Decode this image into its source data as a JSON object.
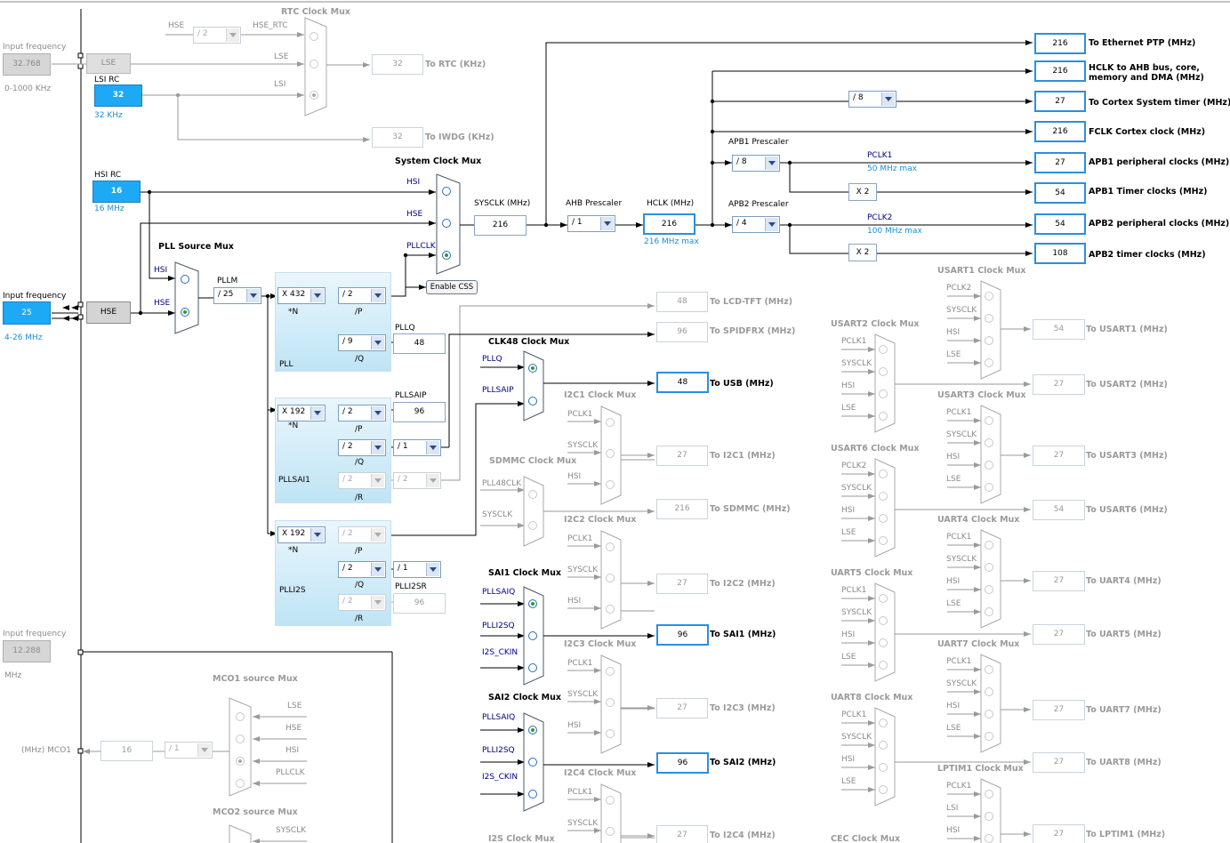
{
  "input_freq": {
    "lse_label": "Input frequency",
    "lse_value": "32.768",
    "lse_range": "0-1000 KHz",
    "hse_label": "Input frequency",
    "hse_value": "25",
    "hse_range": "4-26 MHz",
    "ext_label": "Input frequency",
    "ext_value": "12.288",
    "ext_range": "MHz"
  },
  "osc": {
    "lse": "LSE",
    "lsi_rc": "LSI RC",
    "lsi_value": "32",
    "lsi_khz": "32 KHz",
    "hsi_rc": "HSI RC",
    "hsi_value": "16",
    "hsi_mhz": "16 MHz",
    "hse": "HSE"
  },
  "rtc": {
    "mux_title": "RTC Clock Mux",
    "hse": "HSE",
    "div": "/ 2",
    "hse_rtc": "HSE_RTC",
    "lse": "LSE",
    "lsi": "LSI",
    "rtc_value": "32",
    "rtc_label": "To RTC (KHz)",
    "iwdg_value": "32",
    "iwdg_label": "To IWDG (KHz)"
  },
  "sysmux": {
    "title": "System Clock Mux",
    "hsi": "HSI",
    "hse": "HSE",
    "pllclk": "PLLCLK",
    "css": "Enable CSS"
  },
  "pll": {
    "src_title": "PLL Source Mux",
    "hsi": "HSI",
    "hse": "HSE",
    "pllm_label": "PLLM",
    "pllm": "/ 25",
    "n": "X 432",
    "n_label": "*N",
    "p": "/ 2",
    "p_label": "/P",
    "q": "/ 9",
    "q_label": "/Q",
    "pllq_label": "PLLQ",
    "pllq": "48",
    "name": "PLL"
  },
  "pllsai1": {
    "n": "X 192",
    "n_label": "*N",
    "p": "/ 2",
    "p_label": "/P",
    "pllsaip_label": "PLLSAIP",
    "pllsaip": "96",
    "q": "/ 2",
    "q_label": "/Q",
    "qdiv": "/ 1",
    "r": "/ 2",
    "r_label": "/R",
    "rdiv": "/ 2",
    "name": "PLLSAI1"
  },
  "plli2s": {
    "n": "X 192",
    "n_label": "*N",
    "p": "/ 2",
    "p_label": "/P",
    "q": "/ 2",
    "q_label": "/Q",
    "qdiv": "/ 1",
    "r": "/ 2",
    "r_label": "/R",
    "plli2sr_label": "PLLI2SR",
    "plli2sr": "96",
    "name": "PLLI2S"
  },
  "sys": {
    "sysclk_label": "SYSCLK (MHz)",
    "sysclk": "216",
    "ahb_label": "AHB Prescaler",
    "ahb": "/ 1",
    "hclk_label": "HCLK (MHz)",
    "hclk": "216",
    "hclk_max": "216 MHz max",
    "cortex_div": "/ 8",
    "apb1_label": "APB1 Prescaler",
    "apb1": "/ 8",
    "pclk1": "PCLK1",
    "pclk1_max": "50 MHz max",
    "x2a": "X 2",
    "apb2_label": "APB2 Prescaler",
    "apb2": "/ 4",
    "pclk2": "PCLK2",
    "pclk2_max": "100 MHz max",
    "x2b": "X 2"
  },
  "outputs": [
    {
      "value": "216",
      "label": "To Ethernet PTP (MHz)"
    },
    {
      "value": "216",
      "label": "HCLK to AHB bus, core,",
      "label2": "memory and DMA (MHz)"
    },
    {
      "value": "27",
      "label": "To Cortex System timer (MHz)"
    },
    {
      "value": "216",
      "label": "FCLK Cortex clock (MHz)"
    },
    {
      "value": "27",
      "label": "APB1 peripheral clocks (MHz)"
    },
    {
      "value": "54",
      "label": "APB1 Timer clocks (MHz)"
    },
    {
      "value": "54",
      "label": "APB2 peripheral clocks (MHz)"
    },
    {
      "value": "108",
      "label": "APB2 timer clocks (MHz)"
    }
  ],
  "mid": {
    "lcd": {
      "value": "48",
      "label": "To LCD-TFT (MHz)"
    },
    "spdif": {
      "value": "96",
      "label": "To SPIDFRX (MHz)"
    },
    "clk48_title": "CLK48 Clock Mux",
    "clk48_in1": "PLLQ",
    "clk48_in2": "PLLSAIP",
    "usb": {
      "value": "48",
      "label": "To USB (MHz)"
    },
    "sdmmc_title": "SDMMC Clock Mux",
    "sdmmc_in1": "PLL48CLK",
    "sdmmc_in2": "SYSCLK",
    "sai1_title": "SAI1 Clock Mux",
    "sai2_title": "SAI2 Clock Mux",
    "sai_in1": "PLLSAIQ",
    "sai_in2": "PLLI2SQ",
    "sai_in3": "I2S_CKIN",
    "i2s_title": "I2S Clock Mux"
  },
  "i2c": [
    {
      "title": "I2C1 Clock Mux",
      "value": "27",
      "label": "To I2C1 (MHz)"
    },
    {
      "title": "I2C2 Clock Mux",
      "value": "216",
      "label": "To SDMMC (MHz)"
    },
    {
      "title": "I2C3 Clock Mux",
      "value": "27",
      "label": "To I2C2 (MHz)"
    },
    {
      "title": "I2C4 Clock Mux",
      "value": "96",
      "label": "To SAI1 (MHz)"
    }
  ],
  "i2c_lower": [
    {
      "value": "27",
      "label": "To I2C3 (MHz)"
    },
    {
      "value": "96",
      "label": "To SAI2 (MHz)"
    },
    {
      "value": "27",
      "label": "To I2C4 (MHz)"
    }
  ],
  "mux_inputs": {
    "pclk1": "PCLK1",
    "sysclk": "SYSCLK",
    "hsi": "HSI",
    "lse": "LSE",
    "pclk2": "PCLK2",
    "lsi": "LSI"
  },
  "usart_left": [
    {
      "title": "USART2 Clock Mux",
      "first": "PCLK1",
      "value": "27",
      "label": "To USART2 (MHz)"
    },
    {
      "title": "USART6 Clock Mux",
      "first": "PCLK2",
      "value": "54",
      "label": "To USART6 (MHz)"
    },
    {
      "title": "UART5 Clock Mux",
      "first": "PCLK1",
      "value": "27",
      "label": "To UART5 (MHz)"
    },
    {
      "title": "UART8 Clock Mux",
      "first": "PCLK1",
      "value": "27",
      "label": "To UART8 (MHz)"
    },
    {
      "title": "CEC Clock Mux"
    }
  ],
  "usart_right": [
    {
      "title": "USART1 Clock Mux",
      "first": "PCLK2",
      "value": "54",
      "label": "To USART1 (MHz)"
    },
    {
      "title": "USART3 Clock Mux",
      "first": "PCLK1",
      "value": "27",
      "label": "To USART3 (MHz)"
    },
    {
      "title": "UART4 Clock Mux",
      "first": "PCLK1",
      "value": "27",
      "label": "To UART4 (MHz)"
    },
    {
      "title": "UART7 Clock Mux",
      "first": "PCLK1",
      "value": "27",
      "label": "To UART7 (MHz)"
    },
    {
      "title": "LPTIM1 Clock Mux",
      "first": "PCLK1",
      "second": "LSI",
      "value": "27",
      "label": "To LPTIM1 (MHz)"
    }
  ],
  "mco": {
    "mco1_title": "MCO1 source Mux",
    "lse": "LSE",
    "hse": "HSE",
    "hsi": "HSI",
    "pllclk": "PLLCLK",
    "mco1_label": "(MHz) MCO1",
    "mco1_value": "16",
    "mco1_div": "/ 1",
    "mco2_title": "MCO2 source Mux",
    "sysclk": "SYSCLK"
  },
  "colors": {
    "accent": "#1ea9f5",
    "wire": "#000000",
    "disabled": "#9a9a9a"
  }
}
